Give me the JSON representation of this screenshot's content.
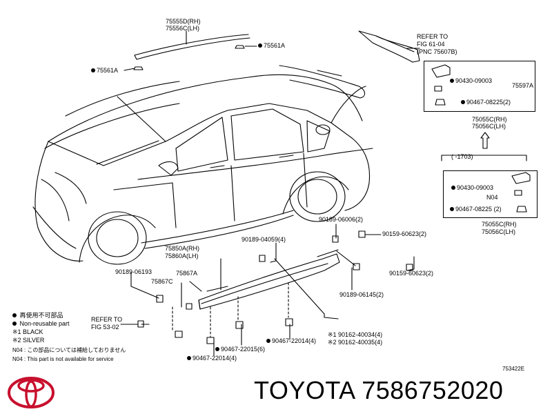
{
  "labels": {
    "roof_rh": "75555D(RH)",
    "roof_lh": "75556C(LH)",
    "clip_75561a_right": "75561A",
    "clip_75561a_left": "75561A",
    "refer_spoiler_1": "REFER TO",
    "refer_spoiler_2": "FIG 61-04",
    "refer_spoiler_3": "(PNC 75607B)",
    "box1_part1": "90430-09003",
    "box1_group": "75597A",
    "box1_part2": "90467-08225(2)",
    "box1_pnc_rh": "75055C(RH)",
    "box1_pnc_lh": "75056C(LH)",
    "box2_range": "(      -1703)",
    "box2_part1": "90430-09003",
    "box2_n04": "N04",
    "box2_part2": "90467-08225",
    "box2_part2_qty": "(2)",
    "box2_pnc_rh": "75055C(RH)",
    "box2_pnc_lh": "75056C(LH)",
    "p_90189_06006": "90189-06006(2)",
    "p_90159_60623_top": "90159-60623(2)",
    "p_90189_04059": "90189-04059(4)",
    "p_75850a": "75850A(RH)",
    "p_75860a": "75860A(LH)",
    "p_90189_06193": "90189-06193",
    "p_75867c": "75867C",
    "p_75867a": "75867A",
    "p_90159_60623_bot": "90159-60623(2)",
    "p_90189_06145": "90189-06145(2)",
    "refer_rocker_1": "REFER TO",
    "refer_rocker_2": "FIG 53-02",
    "p_90162_40034": "※1 90162-40034(4)",
    "p_90162_40035": "※2 90162-40035(4)",
    "p_90467_22015": "90467-22015(6)",
    "p_90467_22014_mid": "90467-22014(4)",
    "p_90467_22014_low": "90467-22014(4)"
  },
  "legend": {
    "jp_reuse": "再使用不可部品",
    "en_reuse": "Non-reusable part",
    "black": "※1 BLACK",
    "silver": "※2 SILVER",
    "n04_jp": "N04 : この部品については補給しておりません",
    "n04_en": "N04 : This part is not available for service"
  },
  "diagram_code": "753422E",
  "brand_line": "TOYOTA 7586752020",
  "colors": {
    "logo": "#c8102e",
    "ink": "#000000"
  }
}
